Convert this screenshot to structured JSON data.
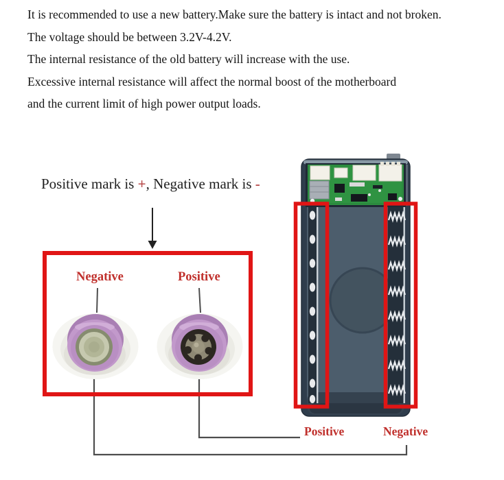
{
  "instructions": {
    "lines": [
      "It is recommended to use a new battery.Make sure the battery is intact and not broken.",
      "The voltage should be between 3.2V-4.2V.",
      "The internal resistance of the old battery will increase with the use.",
      "Excessive internal resistance will affect the normal boost of the motherboard",
      "and the current limit of high power output loads."
    ]
  },
  "polarity_note": {
    "prefix": "Positive mark is ",
    "plus_symbol": "+",
    "middle": ", Negative mark is ",
    "minus_symbol": "-"
  },
  "battery_box": {
    "negative_label": "Negative",
    "positive_label": "Positive"
  },
  "case_annotations": {
    "positive_label": "Positive",
    "negative_label": "Negative"
  },
  "colors": {
    "highlight_red": "#e01515",
    "label_red": "#c0302c",
    "symbol_red": "#b84c4c",
    "case_shell": "#2f3d4c",
    "case_compartment": "#4c5d6c",
    "pcb_green": "#2f9342",
    "battery_wrap_lilac": "#c299cb",
    "spring_silver": "#e9ecef",
    "line_gray": "#4d4d4d"
  }
}
